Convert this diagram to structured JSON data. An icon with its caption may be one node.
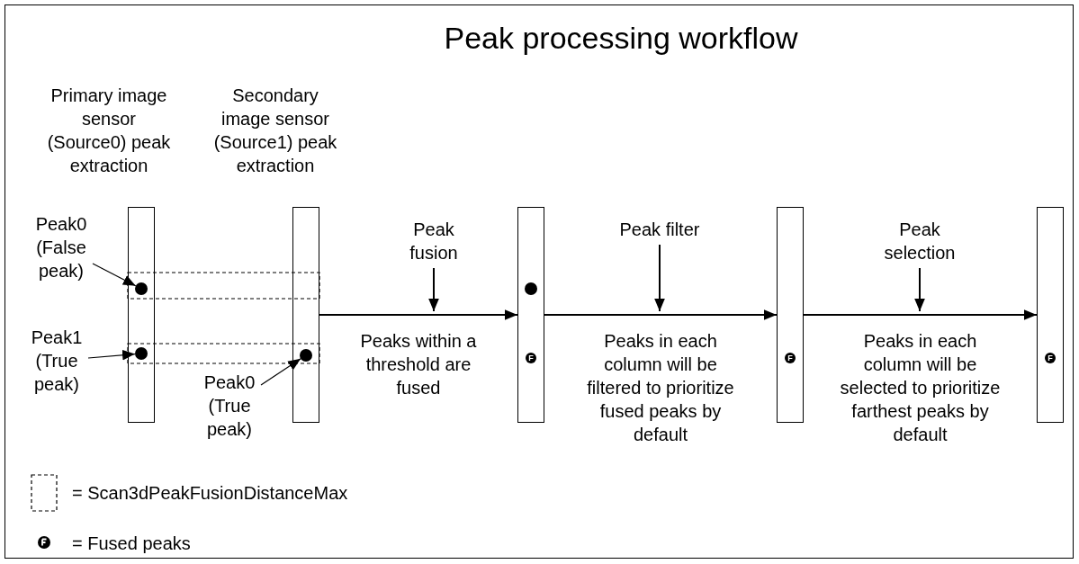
{
  "diagram": {
    "title": "Peak processing workflow",
    "nodes": [
      {
        "text": [
          "Primary image sensor (Source0) peak extraction"
        ]
      },
      {
        "text": [
          "Secondary image sensor (Source1) peak extraction"
        ]
      },
      {
        "text": [
          "Peak fusion"
        ]
      },
      {
        "text": [
          "Peak filter"
        ]
      },
      {
        "text": [
          "Peak selection"
        ]
      },
      {
        "text": [],
        "shape": "bar"
      },
      {
        "text": [],
        "shape": "bar"
      },
      {
        "text": [],
        "shape": "bar"
      },
      {
        "text": [
          "Peak0 (False peak)"
        ]
      },
      {
        "text": [],
        "shape": "circle",
        "in": 0
      },
      {
        "text": [],
        "shape": "circle",
        "in": 5
      },
      {
        "text": [
          "Peak1 (True peak)"
        ]
      },
      {
        "text": [],
        "shape": "circle",
        "in": 0
      },
      {
        "text": [],
        "shape": "circle",
        "in": 1
      },
      {
        "text": [
          "F"
        ],
        "in": 5
      },
      {
        "text": [
          "F"
        ],
        "in": 6
      },
      {
        "text": [
          "F"
        ],
        "in": 7
      },
      {
        "text": [
          "Peak0 (True peak)"
        ]
      }
    ],
    "edges": [
      {
        "from": 1,
        "to": 5,
        "arrow": "to",
        "label": "Peaks within a threshold are fused"
      },
      {
        "from": 5,
        "to": 6,
        "arrow": "to",
        "label": "Peaks in each column will be filtered to prioritize fused peaks by default"
      },
      {
        "from": 6,
        "to": 7,
        "arrow": "to",
        "label": "Peaks in each column will be selected to prioritize farthest peaks by default"
      },
      {
        "from": 2,
        "to": null,
        "arrow": "to"
      },
      {
        "from": 3,
        "to": null,
        "arrow": "to"
      },
      {
        "from": 4,
        "to": null,
        "arrow": "to"
      },
      {
        "from": 8,
        "to": 9,
        "arrow": "to"
      },
      {
        "from": 11,
        "to": 12,
        "arrow": "to"
      },
      {
        "from": 17,
        "to": 13,
        "arrow": "to"
      }
    ],
    "legend": [
      {
        "text": "= Scan3dPeakFusionDistanceMax"
      },
      {
        "text": "= Fused peaks"
      }
    ]
  }
}
